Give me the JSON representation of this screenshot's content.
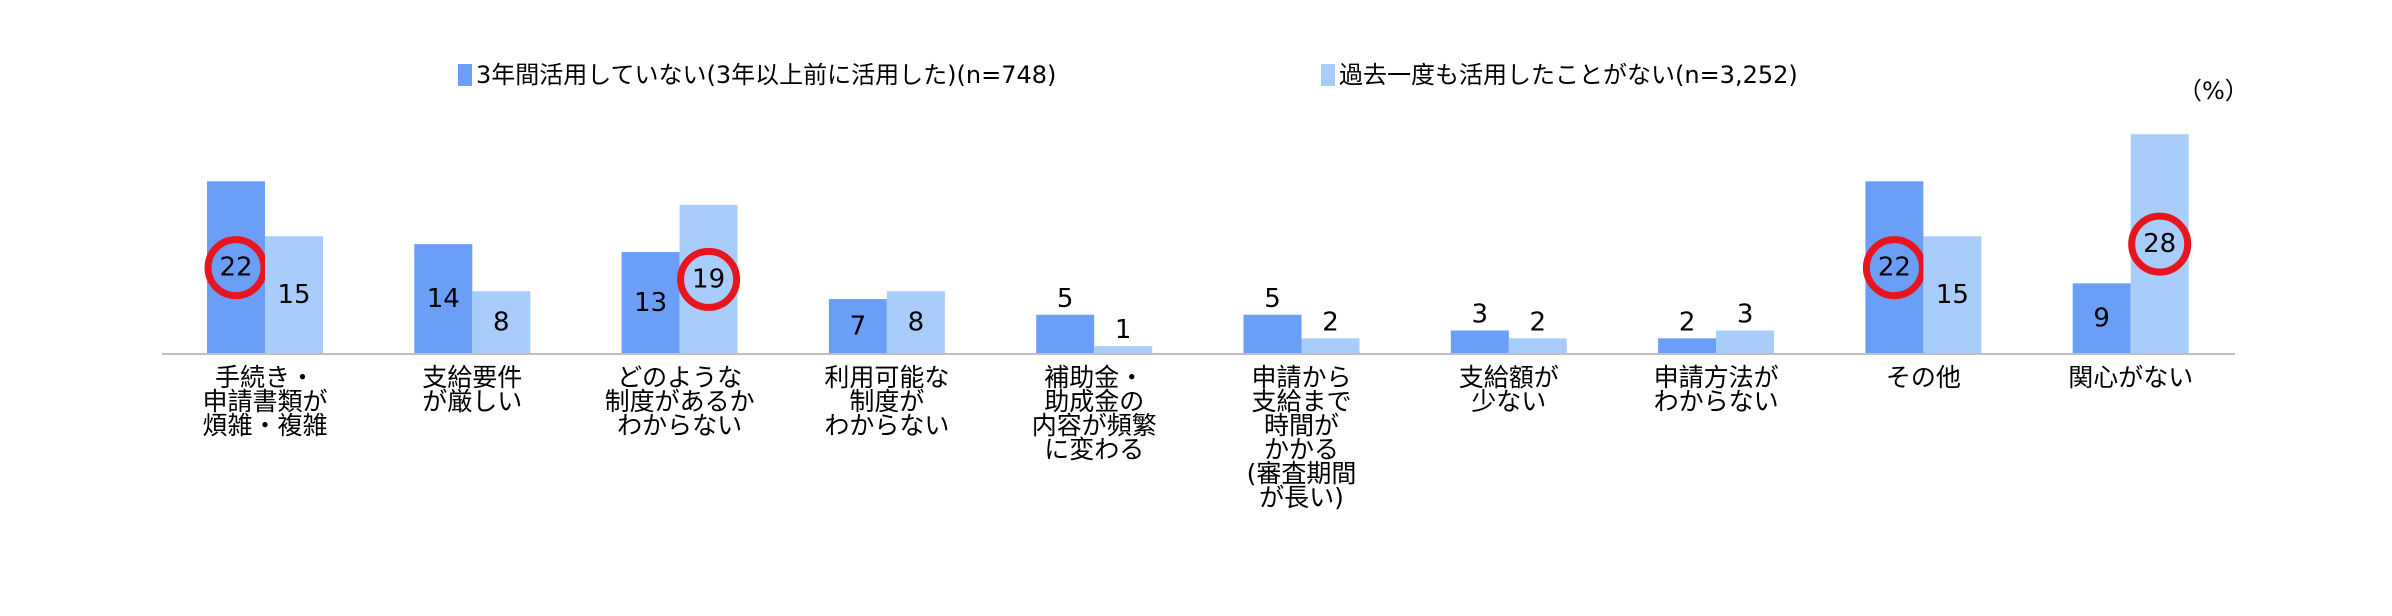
{
  "chart_data": {
    "type": "bar",
    "unit_label": "（%）",
    "legend_position": "top",
    "grid": false,
    "ylim": [
      0,
      30
    ],
    "categories": [
      [
        "手続き・",
        "申請書類が",
        "煩雑・複雑"
      ],
      [
        "支給要件",
        "が厳しい"
      ],
      [
        "どのような",
        "制度があるか",
        "わからない"
      ],
      [
        "利用可能な",
        "制度が",
        "わからない"
      ],
      [
        "補助金・",
        "助成金の",
        "内容が頻繁",
        "に変わる"
      ],
      [
        "申請から",
        "支給まで",
        "時間が",
        "かかる",
        "(審査期間",
        "が長い)"
      ],
      [
        "支給額が",
        "少ない"
      ],
      [
        "申請方法が",
        "わからない"
      ],
      [
        "その他"
      ],
      [
        "関心がない"
      ]
    ],
    "series": [
      {
        "name": "3年間活用していない(3年以上前に活用した)(n=748)",
        "color": "#6b9ef7",
        "values": [
          22,
          14,
          13,
          7,
          5,
          5,
          3,
          2,
          22,
          9
        ],
        "highlight": [
          true,
          false,
          false,
          false,
          false,
          false,
          false,
          false,
          true,
          false
        ]
      },
      {
        "name": "過去一度も活用したことがない(n=3,252)",
        "color": "#a8cdfb",
        "values": [
          15,
          8,
          19,
          8,
          1,
          2,
          2,
          3,
          15,
          28
        ],
        "highlight": [
          false,
          false,
          true,
          false,
          false,
          false,
          false,
          false,
          false,
          true
        ]
      }
    ],
    "highlight_color": "#e8141e"
  }
}
